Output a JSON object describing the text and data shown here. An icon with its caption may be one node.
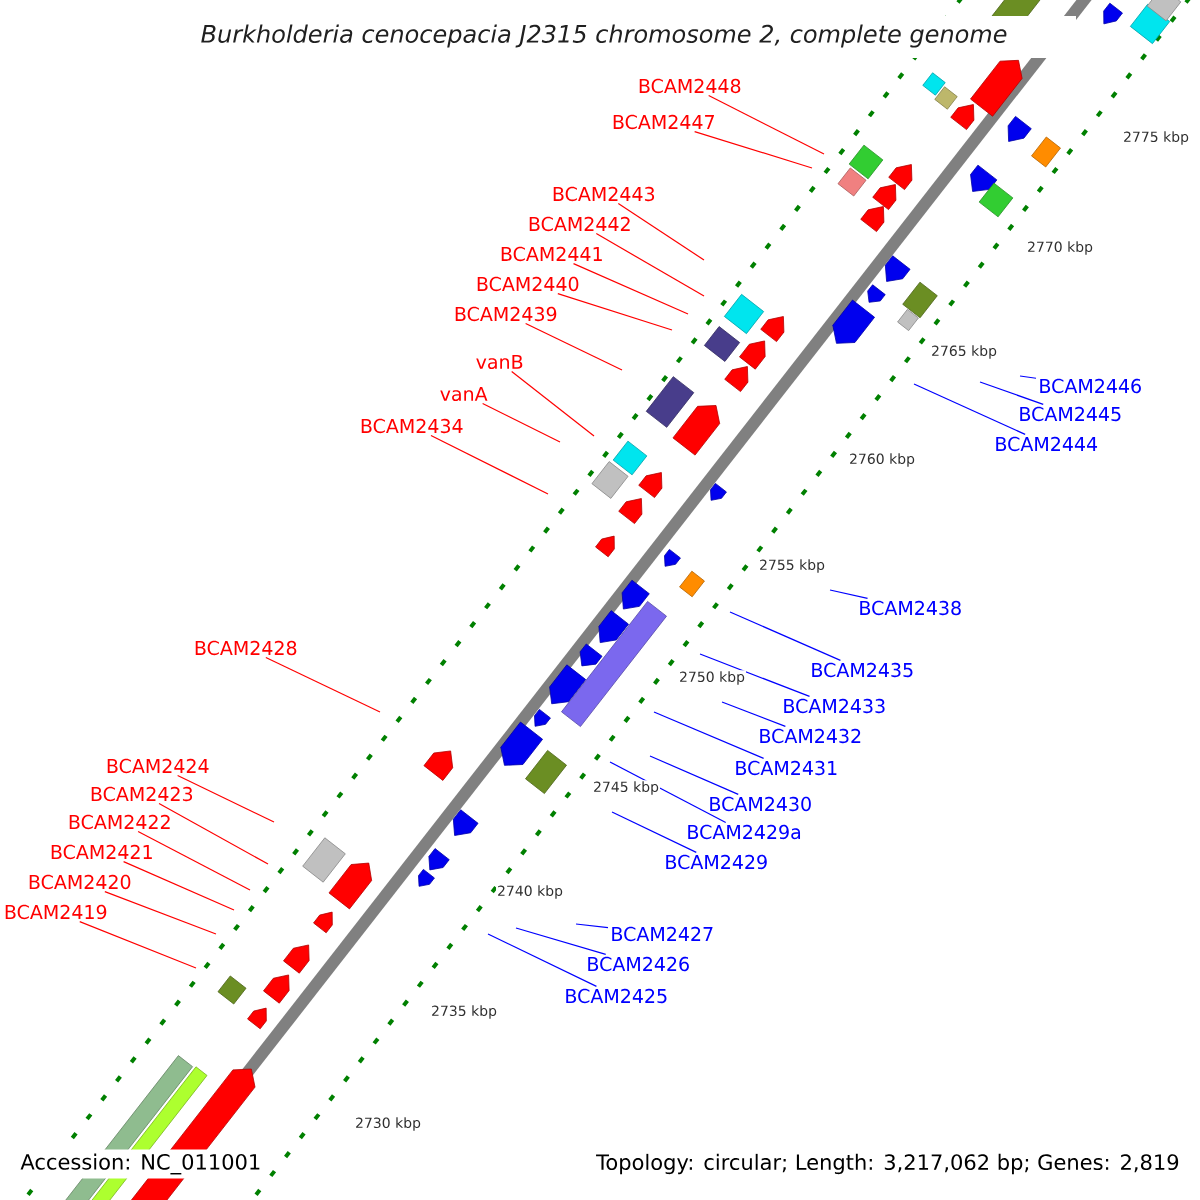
{
  "diagram": {
    "title": "Burkholderia cenocepacia J2315 chromosome 2, complete genome",
    "nodes": [
      {
        "text": [
          "BCAM2448"
        ]
      },
      {
        "text": [
          "BCAM2447"
        ]
      },
      {
        "text": [
          "BCAM2443"
        ]
      },
      {
        "text": [
          "BCAM2442"
        ]
      },
      {
        "text": [
          "BCAM2441"
        ]
      },
      {
        "text": [
          "BCAM2440"
        ]
      },
      {
        "text": [
          "BCAM2439"
        ]
      },
      {
        "text": [
          "vanB"
        ]
      },
      {
        "text": [
          "BCAM2446"
        ]
      },
      {
        "text": [
          "vanA"
        ]
      },
      {
        "text": [
          "BCAM2445"
        ]
      },
      {
        "text": [
          "BCAM2434"
        ]
      },
      {
        "text": [
          "BCAM2444"
        ]
      },
      {
        "text": [
          "BCAM2438"
        ]
      },
      {
        "text": [
          "BCAM2428"
        ]
      },
      {
        "text": [
          "BCAM2435"
        ]
      },
      {
        "text": [
          "BCAM2433"
        ]
      },
      {
        "text": [
          "BCAM2432"
        ]
      },
      {
        "text": [
          "BCAM2424"
        ]
      },
      {
        "text": [
          "BCAM2431"
        ]
      },
      {
        "text": [
          "BCAM2423"
        ]
      },
      {
        "text": [
          "BCAM2430"
        ]
      },
      {
        "text": [
          "BCAM2422"
        ]
      },
      {
        "text": [
          "BCAM2429a"
        ]
      },
      {
        "text": [
          "BCAM2421"
        ]
      },
      {
        "text": [
          "BCAM2429"
        ]
      },
      {
        "text": [
          "BCAM2420"
        ]
      },
      {
        "text": [
          "BCAM2419"
        ]
      },
      {
        "text": [
          "BCAM2427"
        ]
      },
      {
        "text": [
          "BCAM2426"
        ]
      },
      {
        "text": [
          "BCAM2425"
        ]
      }
    ],
    "edges": [
      {
        "from": 0,
        "to": null,
        "arrow": "none",
        "color": "#ff0000"
      },
      {
        "from": 1,
        "to": null,
        "arrow": "none",
        "color": "#ff0000"
      },
      {
        "from": 2,
        "to": null,
        "arrow": "none",
        "color": "#ff0000"
      },
      {
        "from": 3,
        "to": null,
        "arrow": "none",
        "color": "#ff0000"
      },
      {
        "from": 4,
        "to": null,
        "arrow": "none",
        "color": "#ff0000"
      },
      {
        "from": 5,
        "to": null,
        "arrow": "none",
        "color": "#ff0000"
      },
      {
        "from": 6,
        "to": null,
        "arrow": "none",
        "color": "#ff0000"
      },
      {
        "from": 7,
        "to": null,
        "arrow": "none",
        "color": "#ff0000"
      },
      {
        "from": 8,
        "to": null,
        "arrow": "none",
        "color": "#0000ff"
      },
      {
        "from": 9,
        "to": null,
        "arrow": "none",
        "color": "#ff0000"
      },
      {
        "from": 10,
        "to": null,
        "arrow": "none",
        "color": "#0000ff"
      },
      {
        "from": 11,
        "to": null,
        "arrow": "none",
        "color": "#ff0000"
      },
      {
        "from": 12,
        "to": null,
        "arrow": "none",
        "color": "#0000ff"
      },
      {
        "from": 13,
        "to": null,
        "arrow": "none",
        "color": "#0000ff"
      },
      {
        "from": 14,
        "to": null,
        "arrow": "none",
        "color": "#ff0000"
      },
      {
        "from": 15,
        "to": null,
        "arrow": "none",
        "color": "#0000ff"
      },
      {
        "from": 16,
        "to": null,
        "arrow": "none",
        "color": "#0000ff"
      },
      {
        "from": 17,
        "to": null,
        "arrow": "none",
        "color": "#0000ff"
      },
      {
        "from": 18,
        "to": null,
        "arrow": "none",
        "color": "#ff0000"
      },
      {
        "from": 19,
        "to": null,
        "arrow": "none",
        "color": "#0000ff"
      },
      {
        "from": 20,
        "to": null,
        "arrow": "none",
        "color": "#ff0000"
      },
      {
        "from": 21,
        "to": null,
        "arrow": "none",
        "color": "#0000ff"
      },
      {
        "from": 22,
        "to": null,
        "arrow": "none",
        "color": "#ff0000"
      },
      {
        "from": 23,
        "to": null,
        "arrow": "none",
        "color": "#0000ff"
      },
      {
        "from": 24,
        "to": null,
        "arrow": "none",
        "color": "#ff0000"
      },
      {
        "from": 25,
        "to": null,
        "arrow": "none",
        "color": "#0000ff"
      },
      {
        "from": 26,
        "to": null,
        "arrow": "none",
        "color": "#ff0000"
      },
      {
        "from": 27,
        "to": null,
        "arrow": "none",
        "color": "#ff0000"
      },
      {
        "from": 28,
        "to": null,
        "arrow": "none",
        "color": "#0000ff"
      },
      {
        "from": 29,
        "to": null,
        "arrow": "none",
        "color": "#0000ff"
      },
      {
        "from": 30,
        "to": null,
        "arrow": "none",
        "color": "#0000ff"
      }
    ],
    "labels": [
      "2775 kbp",
      "2770 kbp",
      "2765 kbp",
      "2760 kbp",
      "2755 kbp",
      "2750 kbp",
      "2745 kbp",
      "2740 kbp",
      "2735 kbp",
      "2730 kbp",
      "Accession: NC_011001",
      "Topology: circular; Length: 3,217,062 bp; Genes: 2,819"
    ]
  }
}
